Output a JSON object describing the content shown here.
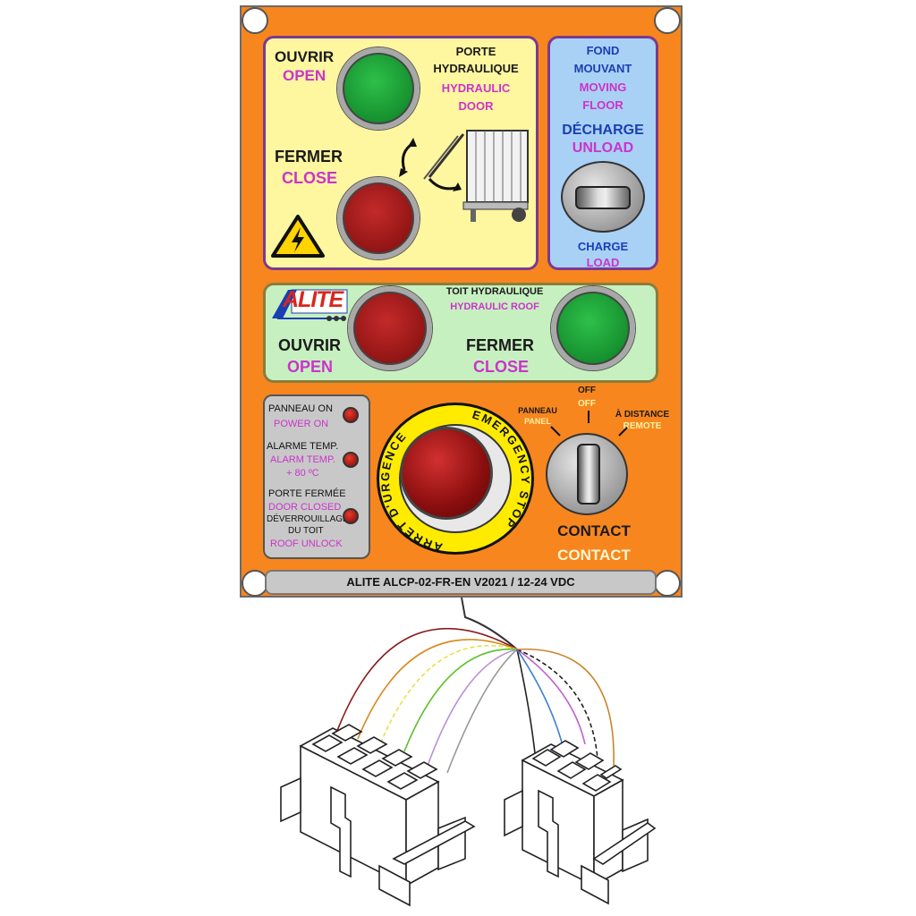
{
  "door": {
    "title_fr_1": "PORTE",
    "title_fr_2": "HYDRAULIQUE",
    "title_en_1": "HYDRAULIC",
    "title_en_2": "DOOR",
    "open_fr": "OUVRIR",
    "open_en": "OPEN",
    "close_fr": "FERMER",
    "close_en": "CLOSE"
  },
  "floor": {
    "title_fr_1": "FOND",
    "title_fr_2": "MOUVANT",
    "title_en_1": "MOVING",
    "title_en_2": "FLOOR",
    "unload_fr": "DÉCHARGE",
    "unload_en": "UNLOAD",
    "load_fr": "CHARGE",
    "load_en": "LOAD"
  },
  "roof": {
    "logo": "ALITE",
    "title_fr": "TOIT HYDRAULIQUE",
    "title_en": "HYDRAULIC ROOF",
    "open_fr": "OUVRIR",
    "open_en": "OPEN",
    "close_fr": "FERMER",
    "close_en": "CLOSE"
  },
  "status": {
    "power_fr": "PANNEAU ON",
    "power_en": "POWER ON",
    "alarm_fr": "ALARME TEMP.",
    "alarm_en": "ALARM TEMP.",
    "alarm_value": "+ 80 ºC",
    "door_fr": "PORTE FERMÉE",
    "door_en": "DOOR CLOSED",
    "roof_fr_1": "DÉVERROUILLAGE",
    "roof_fr_2": "DU TOIT",
    "roof_en": "ROOF UNLOCK"
  },
  "estop": {
    "fr": "ARRÊT D'URGENCE",
    "en": "EMERGENCY STOP"
  },
  "contact": {
    "panel_fr": "PANNEAU",
    "panel_en": "PANEL",
    "off_fr": "OFF",
    "off_en": "OFF",
    "remote_fr": "À DISTANCE",
    "remote_en": "REMOTE",
    "label_fr": "CONTACT",
    "label_en": "CONTACT"
  },
  "footer": {
    "model": "ALITE ALCP-02-FR-EN V2021 / 12-24 VDC"
  },
  "colors": {
    "panel": "#f7861f",
    "door_bg": "#fff6a0",
    "floor_bg": "#a9d1f5",
    "roof_bg": "#c7f0c0",
    "english_text": "#cc33cc"
  }
}
